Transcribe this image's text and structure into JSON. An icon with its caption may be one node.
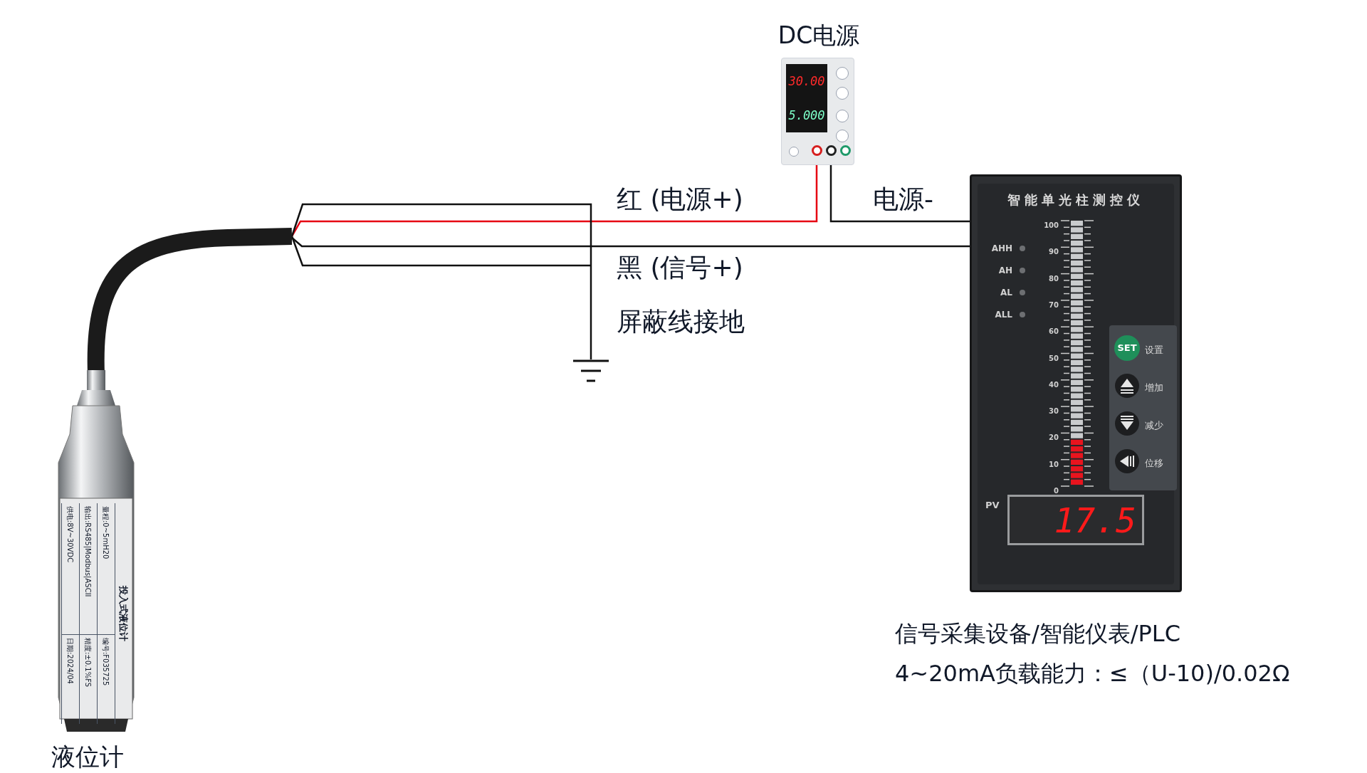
{
  "diagram": {
    "nodes": [
      {
        "text": [],
        "shape": "picture",
        "beside": [
          "液位计"
        ]
      },
      {
        "text": [
          "DC电源"
        ]
      },
      {
        "text": [
          "智能单光柱测控仪"
        ],
        "beside": [
          "信号采集设备/智能仪表/PLC",
          "4~20mA负载能力：≤（U-10)/0.02Ω"
        ]
      },
      {
        "text": [],
        "shape": "ground"
      }
    ],
    "edges": [
      {
        "from": 0,
        "to": 1,
        "arrow": "none",
        "label": "红 (电源+)",
        "color": "#e60012"
      },
      {
        "from": 0,
        "to": 2,
        "arrow": "none",
        "label": "黑 (信号+)"
      },
      {
        "from": 1,
        "to": 2,
        "arrow": "none",
        "label": "电源-"
      },
      {
        "from": 0,
        "to": 3,
        "arrow": "none",
        "label": "屏蔽线接地"
      }
    ],
    "labels": [
      "30.00",
      "5.000",
      "100",
      "90",
      "80",
      "70",
      "60",
      "50",
      "40",
      "30",
      "20",
      "10",
      "0",
      "AHH",
      "AH",
      "AL",
      "ALL",
      "SET",
      "设置",
      "增加",
      "减少",
      "位移",
      "PV",
      "17.5",
      "投入式液位计",
      "量程:0~5mH20",
      "编号:F035725",
      "输出:RS485|Modbus|ASCII",
      "精度:±0.1%FS",
      "供电:8V~30VDC",
      "日期:2024/04"
    ]
  }
}
